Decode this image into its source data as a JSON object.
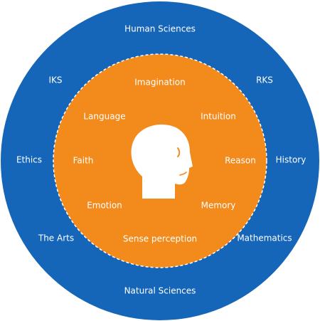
{
  "colors": {
    "outer_ring": "#1565b8",
    "inner_circle": "#f28a1c",
    "text": "#ffffff",
    "dashed_border": "#ffffff",
    "head": "#ffffff"
  },
  "areas_of_knowledge": {
    "top": "Human Sciences",
    "upper_left": "IKS",
    "upper_right": "RKS",
    "left": "Ethics",
    "right": "History",
    "lower_left": "The Arts",
    "lower_right": "Mathematics",
    "bottom": "Natural Sciences"
  },
  "ways_of_knowing": {
    "top": "Imagination",
    "upper_left": "Language",
    "upper_right": "Intuition",
    "left": "Faith",
    "right": "Reason",
    "lower_left": "Emotion",
    "lower_right": "Memory",
    "bottom": "Sense perception"
  },
  "center_icon": "head-profile-icon"
}
